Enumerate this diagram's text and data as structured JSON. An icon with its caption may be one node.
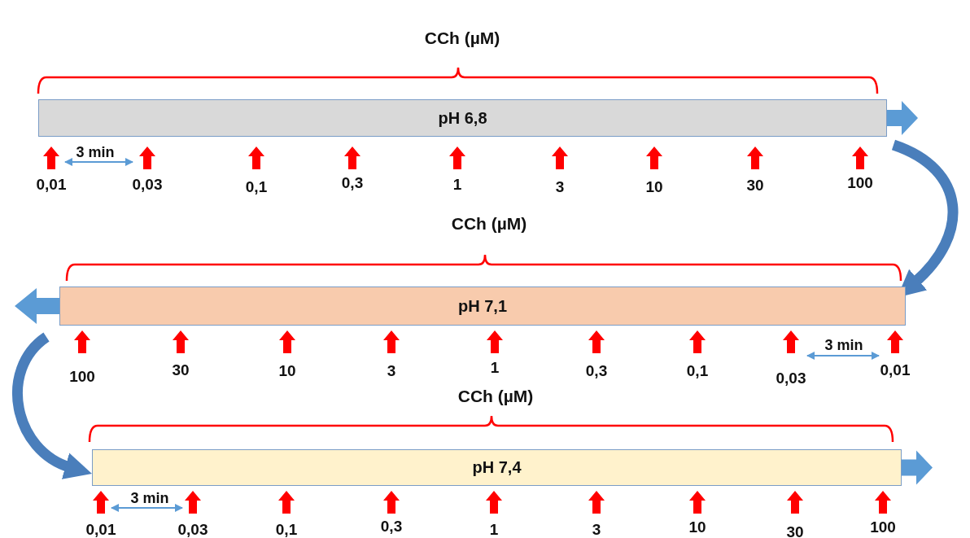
{
  "diagram": {
    "nodes": [
      {
        "text": [
          "pH 6,8"
        ]
      },
      {
        "text": [
          "pH 7,1"
        ]
      },
      {
        "text": [
          "pH 7,4"
        ]
      }
    ],
    "edges": [
      {
        "from": 0,
        "to": 1,
        "arrow": "to"
      },
      {
        "from": 1,
        "to": 2,
        "arrow": "to"
      }
    ],
    "labels": [
      "CCh (µM)",
      "3 min",
      "0,01",
      "0,03",
      "0,1",
      "0,3",
      "1",
      "3",
      "10",
      "30",
      "100",
      "CCh (µM)",
      "3 min",
      "100",
      "30",
      "10",
      "3",
      "1",
      "0,3",
      "0,1",
      "0,03",
      "0,01",
      "CCh (µM)",
      "3 min",
      "0,01",
      "0,03",
      "0,1",
      "0,3",
      "1",
      "3",
      "10",
      "30",
      "100"
    ]
  }
}
